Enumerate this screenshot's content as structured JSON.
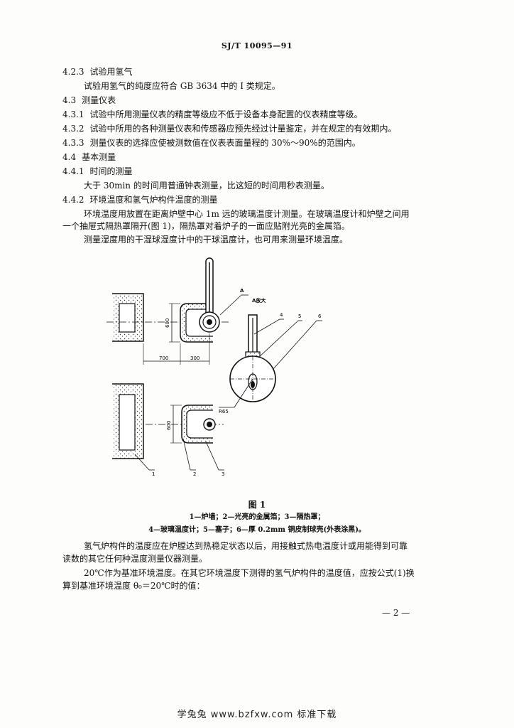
{
  "header": {
    "doc_number": "SJ/T 10095—91"
  },
  "sections": {
    "s423": {
      "num": "4.2.3",
      "title": "试验用氢气"
    },
    "s423_body": "试验用氢气的纯度应符合 GB 3634 中的 I 类规定。",
    "s43": {
      "num": "4.3",
      "title": "测量仪表"
    },
    "s431": {
      "num": "4.3.1",
      "text": "试验中所用测量仪表的精度等级应不低于设备本身配置的仪表精度等级。"
    },
    "s432": {
      "num": "4.3.2",
      "text": "试验中所用的各种测量仪表和传感器应预先经过计量鉴定，并在规定的有效期内。"
    },
    "s433": {
      "num": "4.3.3",
      "text": "测量仪表的选择应使被测数值在仪表表面量程的 30%～90%的范围内。"
    },
    "s44": {
      "num": "4.4",
      "title": "基本测量"
    },
    "s441": {
      "num": "4.4.1",
      "title": "时间的测量"
    },
    "s441_body": "大于 30min 的时间用普通钟表测量，比这短的时间用秒表测量。",
    "s442": {
      "num": "4.4.2",
      "title": "环境温度和氢气炉构件温度的测量"
    },
    "s442_p1_l1": "环境温度用放置在距离炉壁中心 1m 远的玻璃温度计测量。在玻璃温度计和炉壁之间用",
    "s442_p1_l2": "一个抽屉式隔热罩隔开(图 1)，隔热罩对着炉子的一面应贴附光亮的金属箔。",
    "s442_p2": "测量湿度用的干湿球湿度计中的干球温度计，也可用来测量环境温度。"
  },
  "figure": {
    "title": "图 1",
    "legend_line1": "1—炉墙；2—光亮的金属箔；3—隔热罩；",
    "legend_line2": "4—玻璃温度计；5—塞子；6—厚 0.2mm 铜皮制球壳(外表涂黑)。",
    "labels": {
      "a_marker": "A",
      "a_enlarged": "A放大",
      "dim_600_top": "600",
      "dim_700": "700",
      "dim_300": "300",
      "dim_600_bottom": "600",
      "radius": "R65",
      "n1": "1",
      "n2": "2",
      "n3": "3",
      "n4": "4",
      "n5": "5",
      "n6": "6"
    }
  },
  "after_figure": {
    "p1_l1": "氢气炉构件的温度应在炉膛达到热稳定状态以后，用接触式热电温度计或用能得到可靠",
    "p1_l2": "读数的其它任何种温度测量仪器测量。",
    "p2_l1": "20℃作为基准环境温度。在其它环境温度下测得的氢气炉构件的温度值，应按公式(1)换",
    "p2_l2": "算到基准环境温度 θ₀＝20℃时的值："
  },
  "page_number": "— 2 —",
  "footer": "学兔兔  www.bzfxw.com  标准下载"
}
